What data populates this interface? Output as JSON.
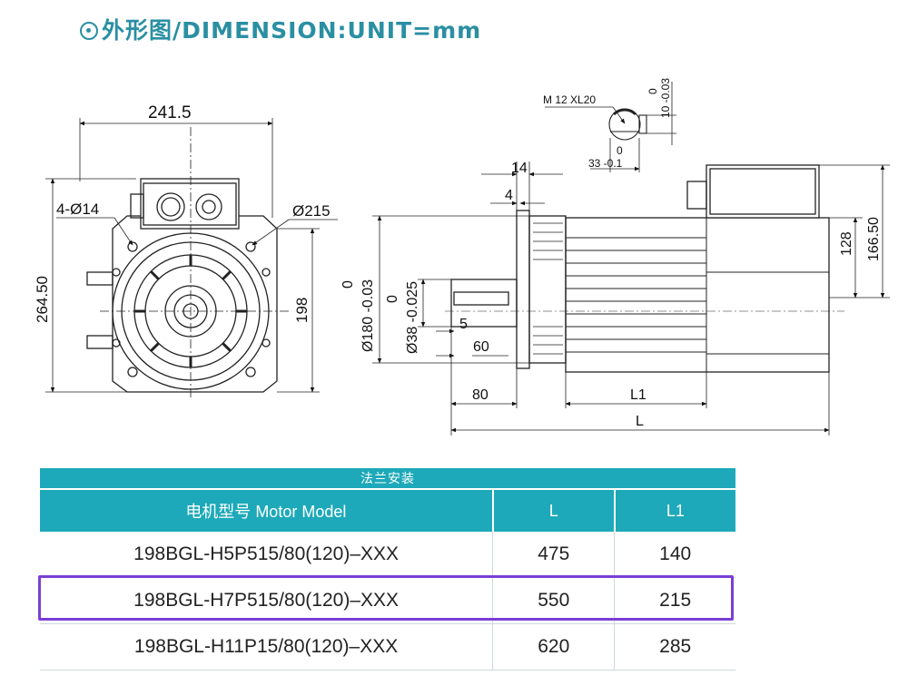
{
  "title": "外形图/DIMENSION:UNIT=mm",
  "dimensions": {
    "front_width": "241.5",
    "bolt_holes": "4-Ø14",
    "pcd": "Ø215",
    "front_height": "264.50",
    "center_height": "198",
    "thread": "M 12 XL20",
    "keyway_tol_upper": "0",
    "keyway_tol_lower": "10 -0.03",
    "key_height": "33 -0.1",
    "key_zero": "0",
    "flange_thickness": "14",
    "spigot_depth": "4",
    "spigot_tol": "0",
    "spigot_dia": "Ø180 -0.03",
    "shaft_tol": "0",
    "shaft_dia": "Ø38 -0.025",
    "key_offset": "5",
    "key_length": "60",
    "shaft_length": "80",
    "body_length": "L1",
    "total_length": "L",
    "box_height": "128",
    "total_height": "166.50"
  },
  "table": {
    "caption": "法兰安装",
    "headers": [
      "电机型号 Motor Model",
      "L",
      "L1"
    ],
    "rows": [
      [
        "198BGL-H5P515/80(120)–XXX",
        "475",
        "140"
      ],
      [
        "198BGL-H7P515/80(120)–XXX",
        "550",
        "215"
      ],
      [
        "198BGL-H11P15/80(120)–XXX",
        "620",
        "285"
      ]
    ]
  },
  "highlight_color": "#7a3fd4",
  "header_color": "#1da9b9"
}
